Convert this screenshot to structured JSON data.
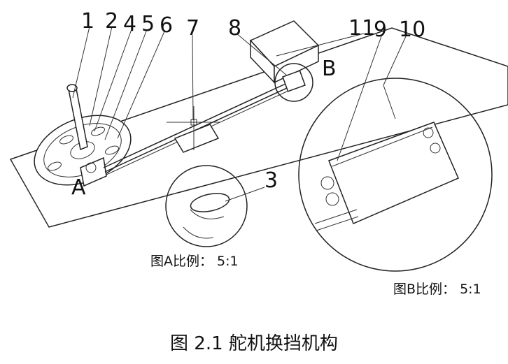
{
  "labels": {
    "n1": "1",
    "n2": "2",
    "n4": "4",
    "n5": "5",
    "n6": "6",
    "n7": "7",
    "n8": "8",
    "n11": "11",
    "n9": "9",
    "n10": "10",
    "n3": "3",
    "a": "A",
    "b": "B"
  },
  "notes": {
    "detail_a": "图A比例：  5:1",
    "detail_b": "图B比例：  5:1"
  },
  "caption": "图 2.1   舵机换挡机构"
}
